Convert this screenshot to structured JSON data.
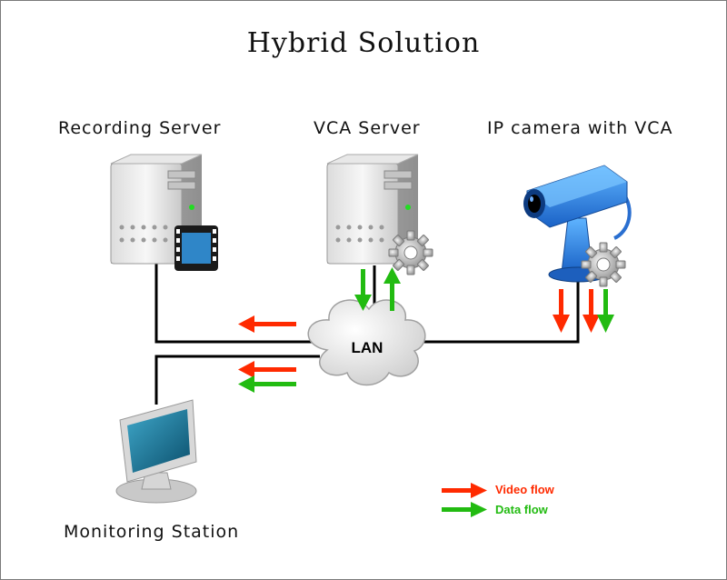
{
  "title": "Hybrid Solution",
  "nodes": {
    "recording_server": "Recording Server",
    "vca_server": "VCA Server",
    "ip_camera": "IP camera with VCA",
    "monitoring_station": "Monitoring Station",
    "lan": "LAN"
  },
  "legend": {
    "video_flow": "Video flow",
    "data_flow": "Data flow"
  },
  "colors": {
    "video": "#ff2a00",
    "data": "#22bb11",
    "line": "#000000"
  }
}
